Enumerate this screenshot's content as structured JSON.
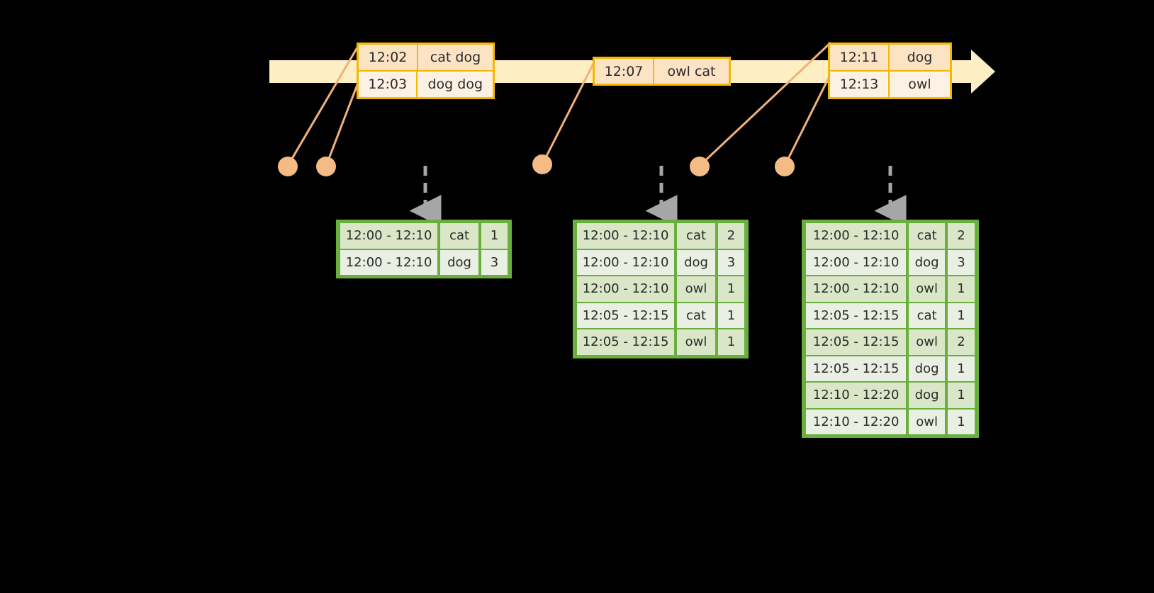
{
  "diagram": {
    "title": "sliding-window-word-count-timeline",
    "colors": {
      "background": "#000000",
      "timeline_fill": "#fdeec4",
      "event_border": "#f5b800",
      "event_fill_top": "#fce3c4",
      "event_fill_bottom": "#fdf1e4",
      "connector": "#f2b07a",
      "dot": "#f5bb85",
      "table_border": "#6aaf3e",
      "table_row_odd": "#d9e7c8",
      "table_row_even": "#e9efe2",
      "arrow_grey": "#a6a6a6"
    }
  },
  "timeline": {
    "label": "event-time-axis",
    "events": [
      {
        "id": "event-group-1",
        "rows": [
          {
            "time": "12:02",
            "words": "cat dog"
          },
          {
            "time": "12:03",
            "words": "dog dog"
          }
        ]
      },
      {
        "id": "event-group-2",
        "rows": [
          {
            "time": "12:07",
            "words": "owl cat"
          }
        ]
      },
      {
        "id": "event-group-3",
        "rows": [
          {
            "time": "12:11",
            "words": "dog"
          },
          {
            "time": "12:13",
            "words": "owl"
          }
        ]
      }
    ]
  },
  "tables": [
    {
      "id": "result-table-1",
      "rows": [
        {
          "window": "12:00 - 12:10",
          "word": "cat",
          "count": "1"
        },
        {
          "window": "12:00 - 12:10",
          "word": "dog",
          "count": "3"
        }
      ]
    },
    {
      "id": "result-table-2",
      "rows": [
        {
          "window": "12:00 - 12:10",
          "word": "cat",
          "count": "2"
        },
        {
          "window": "12:00 - 12:10",
          "word": "dog",
          "count": "3"
        },
        {
          "window": "12:00 - 12:10",
          "word": "owl",
          "count": "1"
        },
        {
          "window": "12:05 - 12:15",
          "word": "cat",
          "count": "1"
        },
        {
          "window": "12:05 - 12:15",
          "word": "owl",
          "count": "1"
        }
      ]
    },
    {
      "id": "result-table-3",
      "rows": [
        {
          "window": "12:00 - 12:10",
          "word": "cat",
          "count": "2"
        },
        {
          "window": "12:00 - 12:10",
          "word": "dog",
          "count": "3"
        },
        {
          "window": "12:00 - 12:10",
          "word": "owl",
          "count": "1"
        },
        {
          "window": "12:05 - 12:15",
          "word": "cat",
          "count": "1"
        },
        {
          "window": "12:05 - 12:15",
          "word": "owl",
          "count": "2"
        },
        {
          "window": "12:05 - 12:15",
          "word": "dog",
          "count": "1"
        },
        {
          "window": "12:10 - 12:20",
          "word": "dog",
          "count": "1"
        },
        {
          "window": "12:10 - 12:20",
          "word": "owl",
          "count": "1"
        }
      ]
    }
  ]
}
